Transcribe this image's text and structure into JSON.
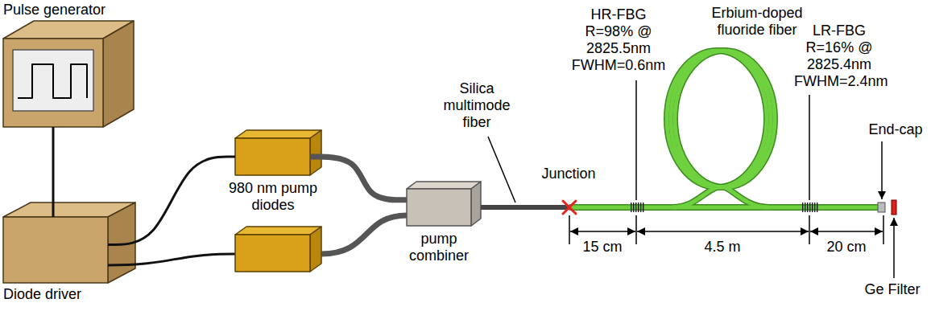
{
  "diagram": {
    "nodes": [
      {
        "text": [
          "Pulse generator"
        ]
      },
      {
        "text": [
          "Diode driver"
        ]
      },
      {
        "text": [
          "980 nm pump diodes"
        ]
      },
      {
        "text": [
          "pump combiner"
        ]
      }
    ],
    "edges": [
      {
        "from": 0,
        "to": 1,
        "arrow": "none"
      },
      {
        "from": 1,
        "to": 2,
        "arrow": "none"
      },
      {
        "from": 2,
        "to": 3,
        "arrow": "none"
      }
    ],
    "labels": [
      "Silica multimode fiber",
      "Junction",
      "HR-FBG R=98% @ 2825.5nm FWHM=0.6nm",
      "Erbium-doped fluoride fiber",
      "LR-FBG R=16% @ 2825.4nm FWHM=2.4nm",
      "End-cap",
      "Ge Filter",
      "15 cm",
      "4.5 m",
      "20 cm"
    ]
  }
}
